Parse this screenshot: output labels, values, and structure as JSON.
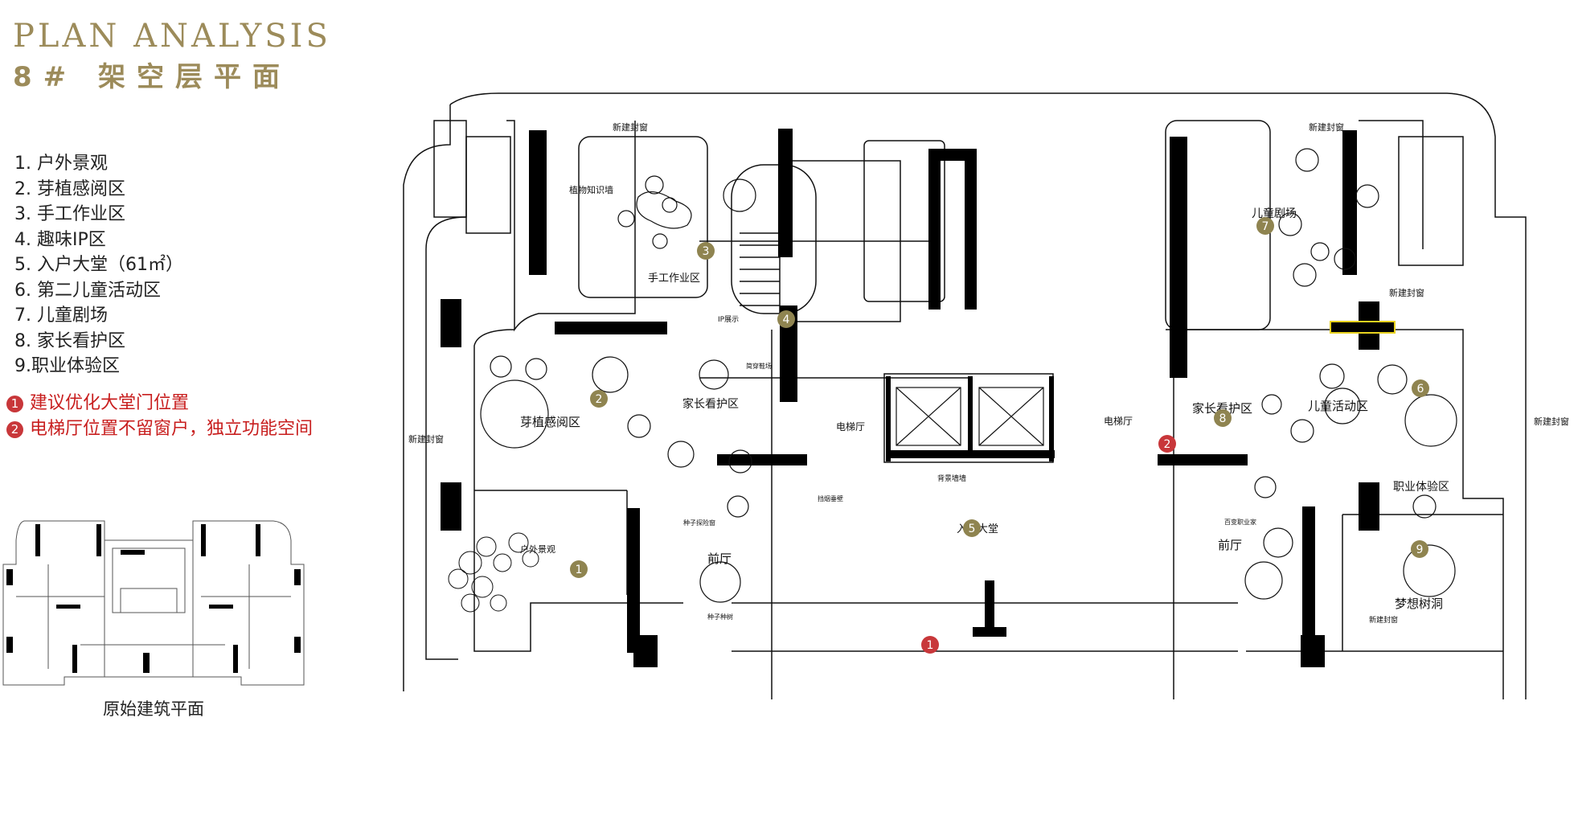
{
  "header": {
    "title_en": "PLAN ANALYSIS",
    "title_cn": "8#   架空层平面"
  },
  "legend": [
    "1. 户外景观",
    "2. 芽植感阅区",
    "3. 手工作业区",
    "4. 趣味IP区",
    "5. 入户大堂（61㎡）",
    "6. 第二儿童活动区",
    "7. 儿童剧场",
    "8. 家长看护区",
    "9.职业体验区"
  ],
  "notes": [
    {
      "num": "1",
      "text": "建议优化大堂门位置"
    },
    {
      "num": "2",
      "text": "电梯厅位置不留窗户，独立功能空间"
    }
  ],
  "thumbnail": {
    "caption": "原始建筑平面"
  },
  "plan": {
    "labels": {
      "new_window_1": "新建封窗",
      "new_window_2": "新建封窗",
      "new_window_3": "新建封窗",
      "new_window_4": "新建封窗",
      "new_window_5": "新建封窗",
      "new_window_6": "新建封窗",
      "plant_wall": "植物知识墙",
      "handcraft": "手工作业区",
      "ip_show": "IP展示",
      "reading": "芽植感阅区",
      "parent_care_left": "家长看护区",
      "shoe_area": "简穿鞋场",
      "elevator_hall_left": "电梯厅",
      "elevator_hall_right": "电梯厅",
      "feature_wall": "背景墙墙",
      "lobby": "入户大堂",
      "outdoor": "户外景观",
      "front_hall_left": "前厅",
      "front_hall_right": "前厅",
      "seed_box": "种子探险窗",
      "seed_tree": "种子种树",
      "theater": "儿童剧场",
      "parent_care_right": "家长看护区",
      "kids_activity": "儿童活动区",
      "career": "职业体验区",
      "hundred_jobs": "百变职业家",
      "dream_tree": "梦想树洞",
      "shield": "挡烟垂壁"
    },
    "markers": [
      {
        "num": "1",
        "type": "zone"
      },
      {
        "num": "2",
        "type": "zone"
      },
      {
        "num": "3",
        "type": "zone"
      },
      {
        "num": "4",
        "type": "zone"
      },
      {
        "num": "5",
        "type": "zone"
      },
      {
        "num": "6",
        "type": "zone"
      },
      {
        "num": "7",
        "type": "zone"
      },
      {
        "num": "8",
        "type": "zone"
      },
      {
        "num": "9",
        "type": "zone"
      },
      {
        "num": "1",
        "type": "note"
      },
      {
        "num": "2",
        "type": "note"
      }
    ]
  },
  "colors": {
    "accent": "#9c8b5a",
    "note_red": "#c8373a",
    "marker_olive": "#8f8450",
    "wall": "#000000"
  }
}
